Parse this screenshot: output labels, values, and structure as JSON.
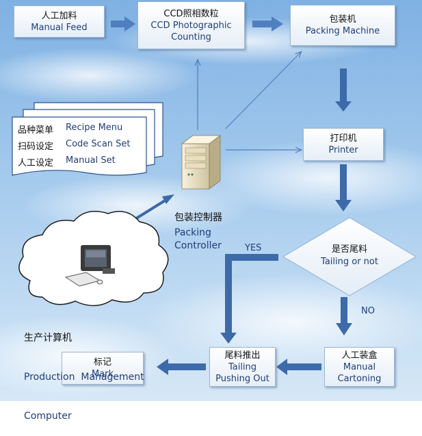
{
  "manual_feed": {
    "zh": "人工加料",
    "en": "Manual Feed"
  },
  "ccd": {
    "zh": "CCD照相数粒",
    "en1": "CCD Photographic",
    "en2": "Counting"
  },
  "packing_machine": {
    "zh": "包装机",
    "en": "Packing Machine"
  },
  "printer": {
    "zh": "打印机",
    "en": "Printer"
  },
  "tailing_check": {
    "zh": "是否尾料",
    "en": "Tailing or not"
  },
  "manual_cartoning": {
    "zh": "人工装盒",
    "en1": "Manual",
    "en2": "Cartoning"
  },
  "tailing_pushing": {
    "zh": "尾料推出",
    "en1": "Tailing",
    "en2": "Pushing Out"
  },
  "mark": {
    "zh": "标记",
    "en": "Mark"
  },
  "yes_label": "YES",
  "no_label": "NO",
  "menu": [
    {
      "zh": "品种菜单",
      "en": "Recipe Menu"
    },
    {
      "zh": "扫码设定",
      "en": "Code Scan Set"
    },
    {
      "zh": "人工设定",
      "en": "Manual Set"
    }
  ],
  "controller": {
    "zh": "包装控制器",
    "en1": "Packing",
    "en2": "Controller"
  },
  "computer": {
    "zh": "生产计算机",
    "en1": "Production  Management",
    "en2": "Computer"
  },
  "colors": {
    "arrow": "#4f7fbf",
    "arrow_dark": "#3d6aa8",
    "text": "#1f3d7a",
    "box_border": "#9cb8d4"
  }
}
